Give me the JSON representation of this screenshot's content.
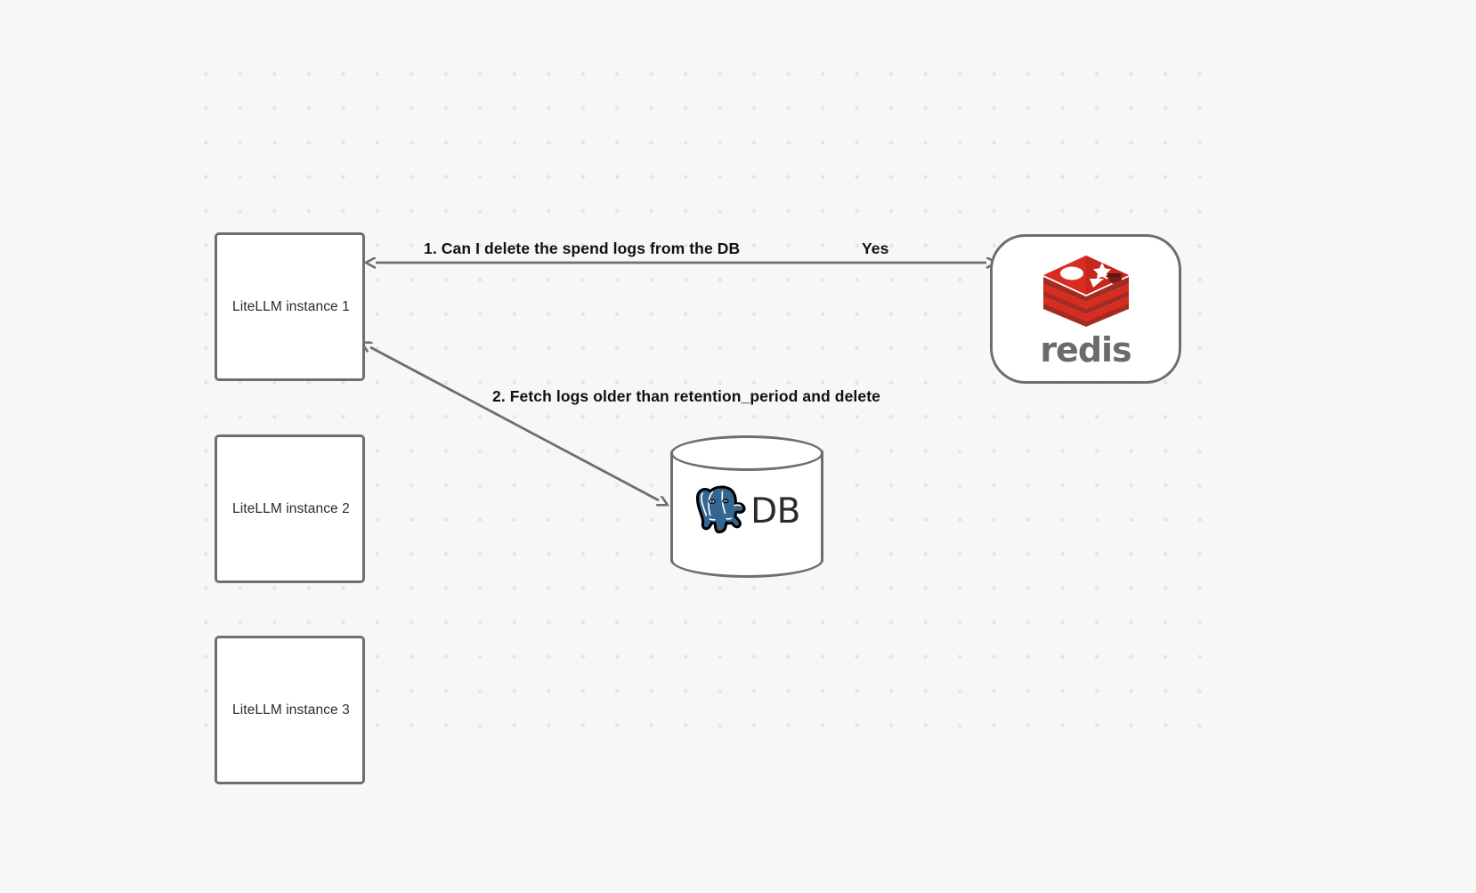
{
  "canvas": {
    "background_color": "#f7f7f7",
    "grid_dot_color": "#e6e6e6",
    "stroke_color": "#6e6e6e"
  },
  "nodes": [
    {
      "id": "litellm-1",
      "label": "LiteLLM instance 1",
      "shape": "rectangle"
    },
    {
      "id": "litellm-2",
      "label": "LiteLLM instance 2",
      "shape": "rectangle"
    },
    {
      "id": "litellm-3",
      "label": "LiteLLM instance 3",
      "shape": "rectangle"
    },
    {
      "id": "redis",
      "label": "redis",
      "shape": "rounded-rectangle",
      "logo": "redis-logo",
      "logo_color": "#d82c20"
    },
    {
      "id": "db",
      "label": "DB",
      "shape": "cylinder",
      "logo": "postgresql-elephant-logo",
      "logo_color": "#336791"
    }
  ],
  "edges": [
    {
      "id": "edge-redis-to-litellm-1",
      "from": "redis",
      "to": "litellm-1",
      "label": "1.  Can I delete the spend logs from the DB",
      "secondary_label": "Yes",
      "direction": "bidirectional"
    },
    {
      "id": "edge-litellm-1-to-db",
      "from": "litellm-1",
      "to": "db",
      "label": "2.  Fetch logs older than retention_period and delete",
      "direction": "bidirectional"
    }
  ],
  "labels": {
    "step_1": "1.  Can I delete the spend logs from the DB",
    "yes": "Yes",
    "step_2": "2.  Fetch logs older than retention_period and delete",
    "redis_wordmark": "redis",
    "db_text": "DB"
  }
}
